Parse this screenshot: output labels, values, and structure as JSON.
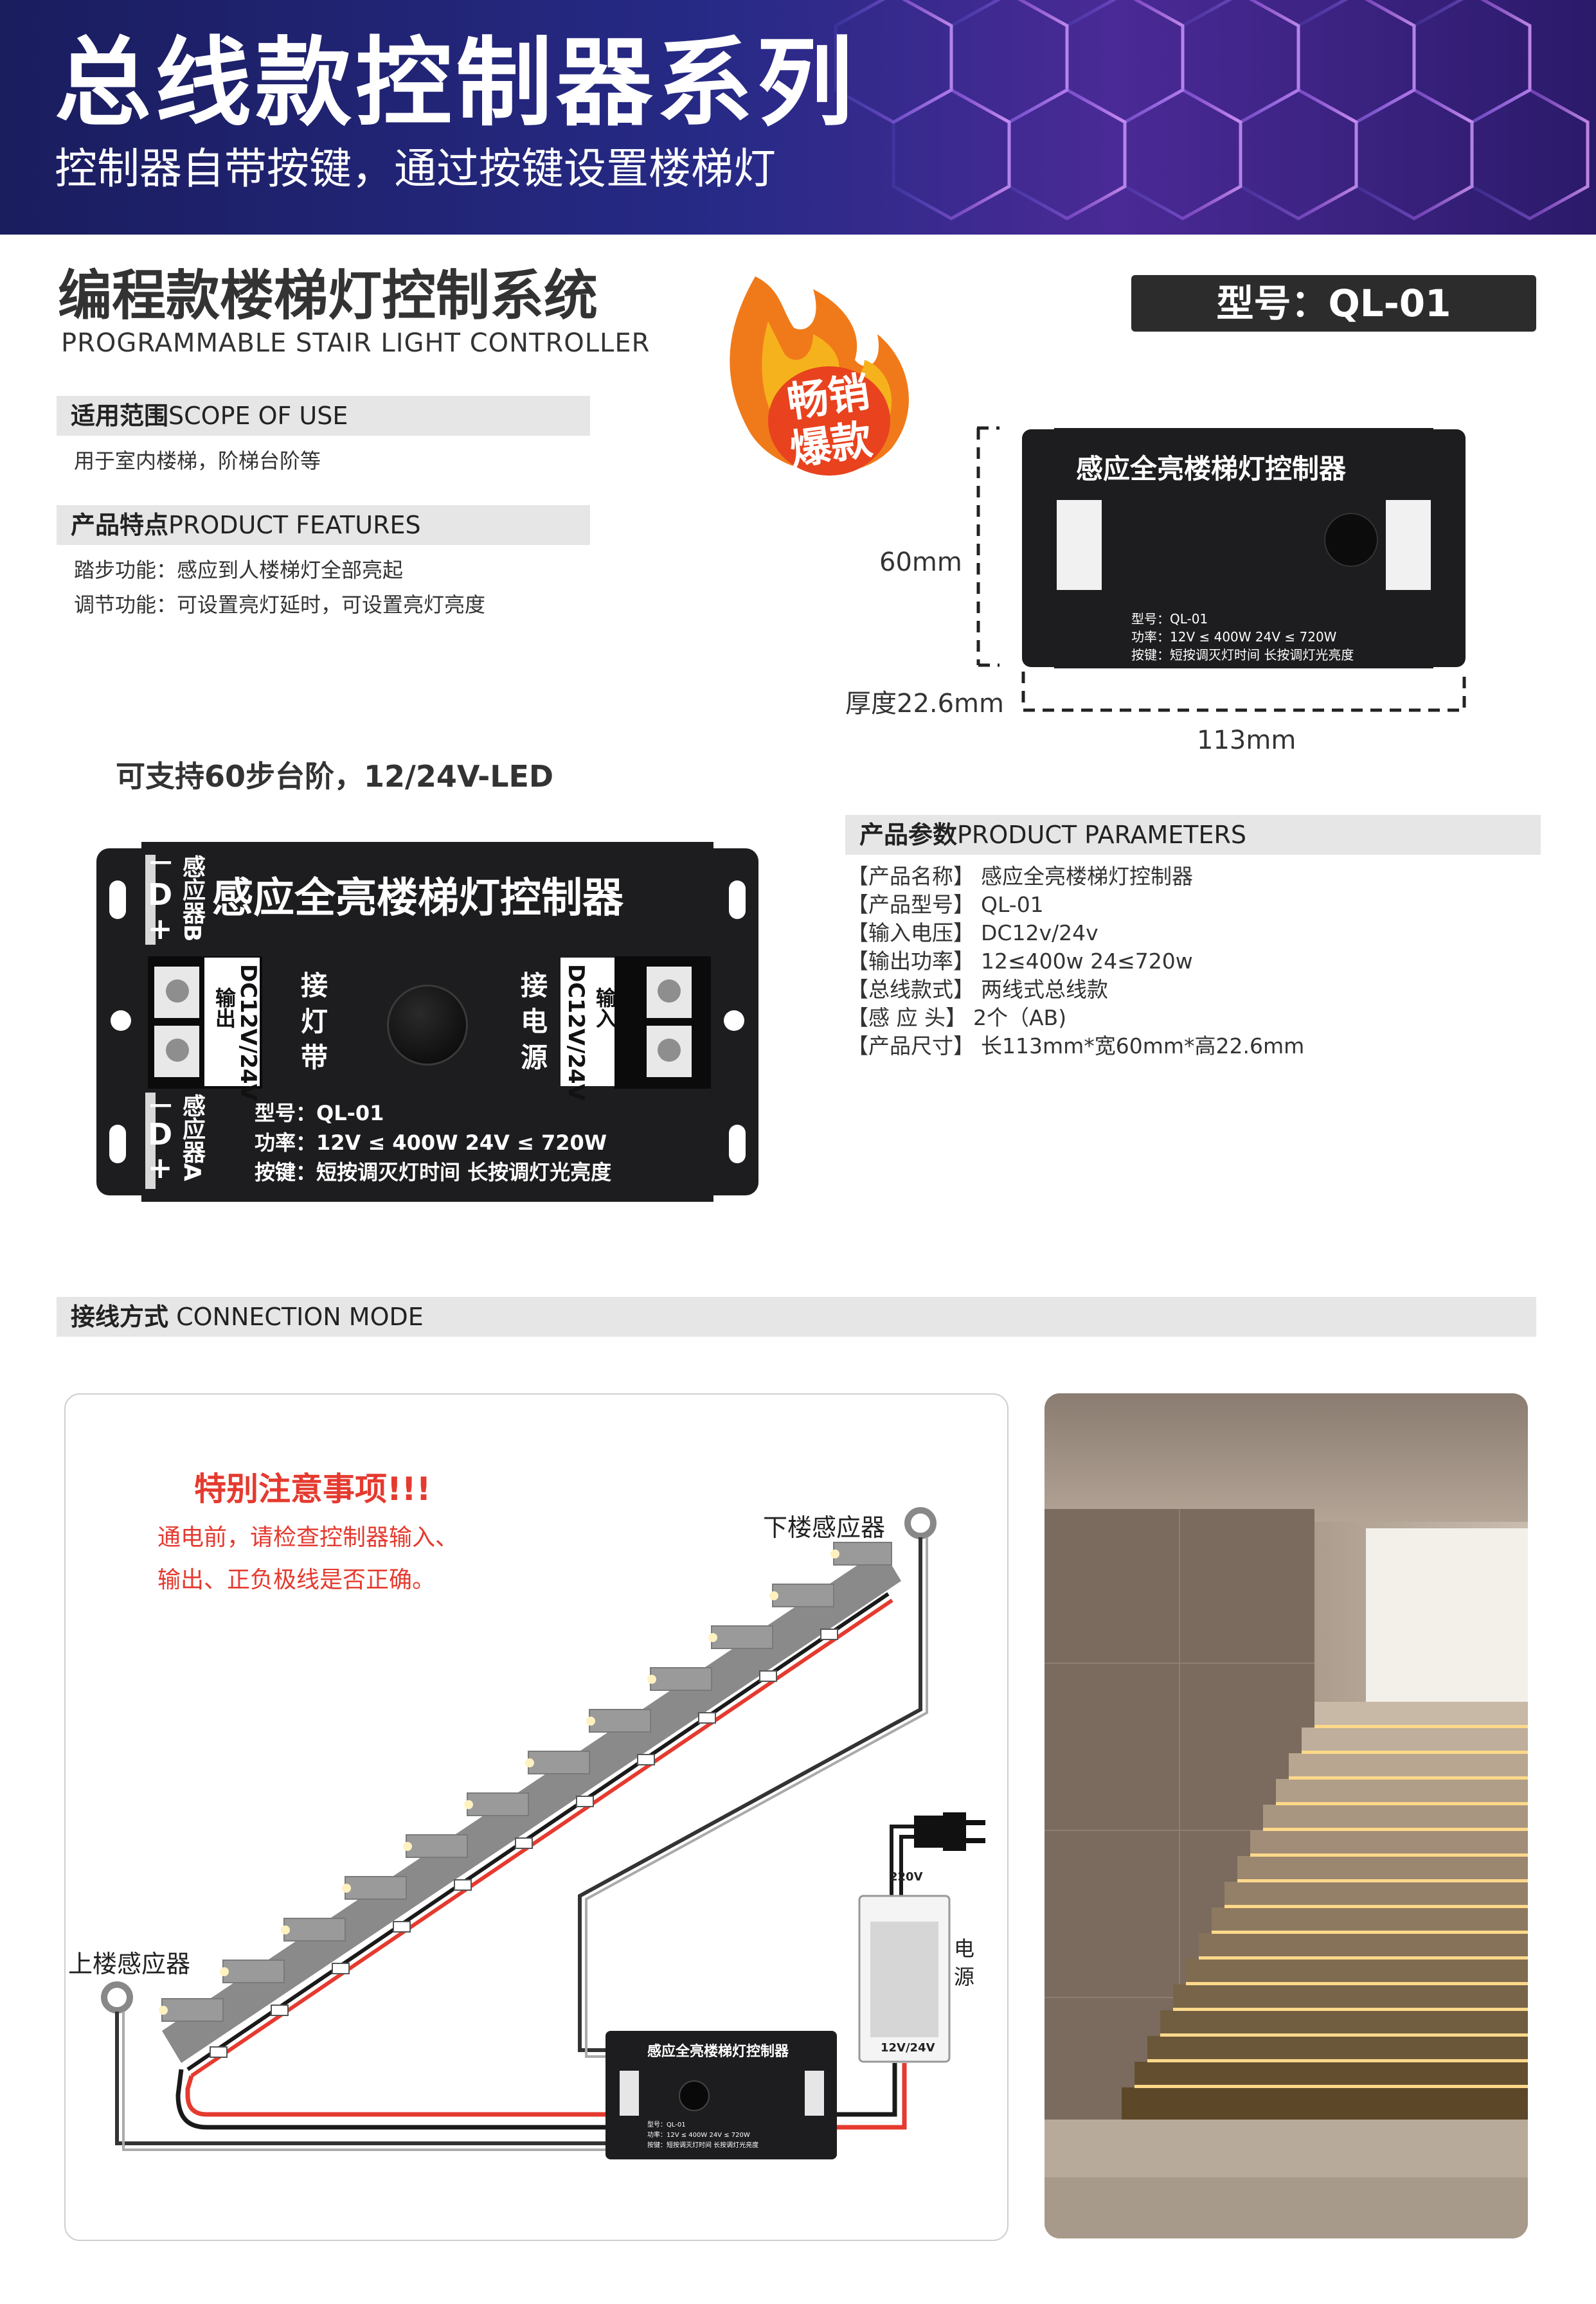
{
  "header": {
    "title": "总线款控制器系列",
    "subtitle": "控制器自带按键，通过按键设置楼梯灯"
  },
  "system": {
    "title_cn": "编程款楼梯灯控制系统",
    "title_en": "PROGRAMMABLE STAIR LIGHT CONTROLLER"
  },
  "model_badge": "型号：QL-01",
  "hot_badge": {
    "line1": "畅销",
    "line2": "爆款"
  },
  "scope": {
    "heading_cn": "适用范围",
    "heading_en": "SCOPE OF USE",
    "text": "用于室内楼梯，阶梯台阶等"
  },
  "features": {
    "heading_cn": "产品特点",
    "heading_en": "PRODUCT FEATURES",
    "items": [
      "踏步功能：感应到人楼梯灯全部亮起",
      "调节功能：可设置亮灯延时，可设置亮灯亮度"
    ]
  },
  "support_text": "可支持60步台阶，12/24V-LED",
  "dimensions": {
    "height": "60mm",
    "thickness": "厚度22.6mm",
    "width": "113mm"
  },
  "controller": {
    "name": "感应全亮楼梯灯控制器",
    "sensor_b": "感应器B",
    "sensor_a": "感应器A",
    "d_label": "D",
    "minus": "—",
    "plus": "+",
    "out_label": "DC12V/24V",
    "out_sub": "输出",
    "in_label": "DC12V/24V",
    "in_sub": "输入",
    "strip_label": [
      "接",
      "灯",
      "带"
    ],
    "power_label": [
      "接",
      "电",
      "源"
    ],
    "info_model": "型号：QL-01",
    "info_power": "功率：12V ≤ 400W   24V ≤ 720W",
    "info_button": "按键：短按调灭灯时间  长按调灯光亮度"
  },
  "params": {
    "heading_cn": "产品参数",
    "heading_en": "PRODUCT PARAMETERS",
    "rows": [
      {
        "k": "【产品名称】",
        "v": "感应全亮楼梯灯控制器"
      },
      {
        "k": "【产品型号】",
        "v": "QL-01"
      },
      {
        "k": "【输入电压】",
        "v": "DC12v/24v"
      },
      {
        "k": "【输出功率】",
        "v": "12≤400w  24≤720w"
      },
      {
        "k": "【总线款式】",
        "v": "两线式总线款"
      },
      {
        "k": "【感 应 头】",
        "v": "2个（AB)"
      },
      {
        "k": "【产品尺寸】",
        "v": "长113mm*宽60mm*高22.6mm"
      }
    ]
  },
  "connection": {
    "heading_cn": "接线方式",
    "heading_en": "CONNECTION MODE",
    "warning_title": "特别注意事项!!!",
    "warning_line1": "通电前，请检查控制器输入、",
    "warning_line2": "输出、正负极线是否正确。",
    "down_sensor": "下楼感应器",
    "up_sensor": "上楼感应器",
    "psu_top": "220V",
    "psu_bottom": "12V/24V",
    "psu_label": [
      "电",
      "源"
    ]
  },
  "colors": {
    "accent_red": "#e53a2f",
    "dark": "#1d1d1f",
    "bar": "#e6e6e6",
    "header": "#272a86"
  }
}
